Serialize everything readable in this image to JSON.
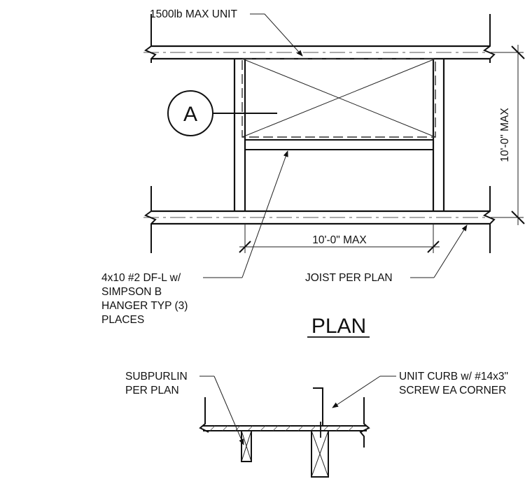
{
  "plan": {
    "callouts": {
      "max_unit": "1500lb MAX UNIT",
      "hanger": [
        "4x10 #2 DF-L w/",
        "SIMPSON B",
        "HANGER TYP (3)",
        "PLACES"
      ],
      "joist": "JOIST PER PLAN"
    },
    "dimensions": {
      "width": "10'-0\" MAX",
      "length": "10'-0\" MAX"
    },
    "section_marker": "A",
    "title": "PLAN"
  },
  "section": {
    "callouts": {
      "subpurlin": [
        "SUBPURLIN",
        "PER PLAN"
      ],
      "curb": [
        "UNIT CURB w/ #14x3\"",
        "SCREW EA CORNER"
      ]
    }
  }
}
